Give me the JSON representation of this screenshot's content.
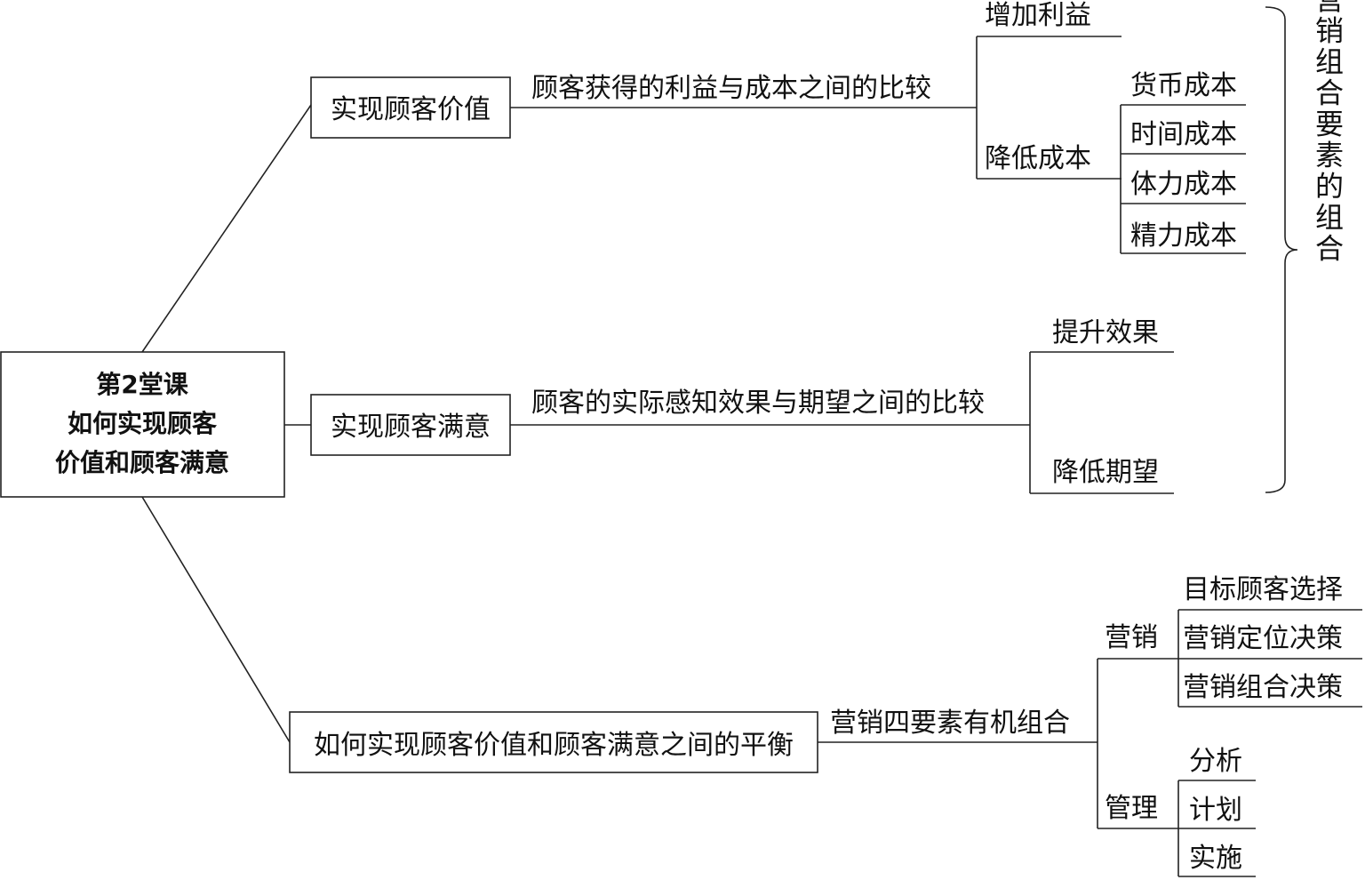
{
  "root": {
    "lines": [
      "第2堂课",
      "如何实现顾客",
      "价值和顾客满意"
    ]
  },
  "value": {
    "box": "实现顾客价值",
    "relation": "顾客获得的利益与成本之间的比较",
    "increase": "增加利益",
    "decrease": "降低成本",
    "costs": [
      "货币成本",
      "时间成本",
      "体力成本",
      "精力成本"
    ]
  },
  "satisfaction": {
    "box": "实现顾客满意",
    "relation": "顾客的实际感知效果与期望之间的比较",
    "improve": "提升效果",
    "lower": "降低期望"
  },
  "brace_label": "营销组合要素的组合",
  "balance": {
    "box": "如何实现顾客价值和顾客满意之间的平衡",
    "relation": "营销四要素有机组合",
    "marketing": "营销",
    "marketing_items": [
      "目标顾客选择",
      "营销定位决策",
      "营销组合决策"
    ],
    "management": "管理",
    "management_items": [
      "分析",
      "计划",
      "实施"
    ]
  }
}
